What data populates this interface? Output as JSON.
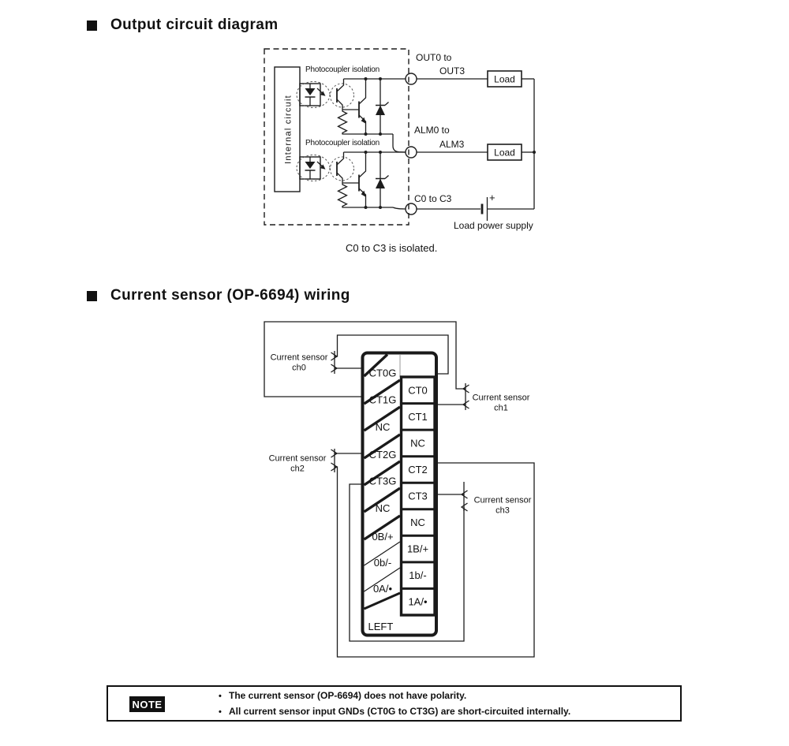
{
  "colors": {
    "ink": "#1d1d1d",
    "divider_gray": "#a9a9a9",
    "note_bg": "#111111"
  },
  "sections": [
    {
      "title": "Output circuit diagram"
    },
    {
      "title": "Current sensor (OP-6694) wiring"
    }
  ],
  "circuit": {
    "photocoupler_label_top": "Photocoupler isolation",
    "photocoupler_label_bottom": "Photocoupler isolation",
    "internal_label": "Internal circuit",
    "out_line1": "OUT0 to",
    "out_line2": "OUT3",
    "alm_line1": "ALM0 to",
    "alm_line2": "ALM3",
    "c_label": "C0 to C3",
    "load_top": "Load",
    "load_bottom": "Load",
    "plus_sign": "+",
    "power_label": "Load power supply",
    "isolated_note": "C0 to C3 is isolated."
  },
  "wiring": {
    "sensors": [
      {
        "line1": "Current sensor",
        "line2": "ch0"
      },
      {
        "line1": "Current sensor",
        "line2": "ch1"
      },
      {
        "line1": "Current sensor",
        "line2": "ch2"
      },
      {
        "line1": "Current sensor",
        "line2": "ch3"
      }
    ],
    "left_terminals": [
      "CT0G",
      "CT1G",
      "NC",
      "CT2G",
      "CT3G",
      "NC",
      "0B/+",
      "0b/-",
      "0A/•"
    ],
    "left_bottom": "LEFT",
    "right_terminals": [
      "CT0",
      "CT1",
      "NC",
      "CT2",
      "CT3",
      "NC",
      "1B/+",
      "1b/-",
      "1A/•"
    ]
  },
  "note": {
    "label": "NOTE",
    "items": [
      "The current sensor (OP-6694) does not have polarity.",
      "All current sensor input GNDs (CT0G to CT3G) are short-circuited internally."
    ]
  }
}
